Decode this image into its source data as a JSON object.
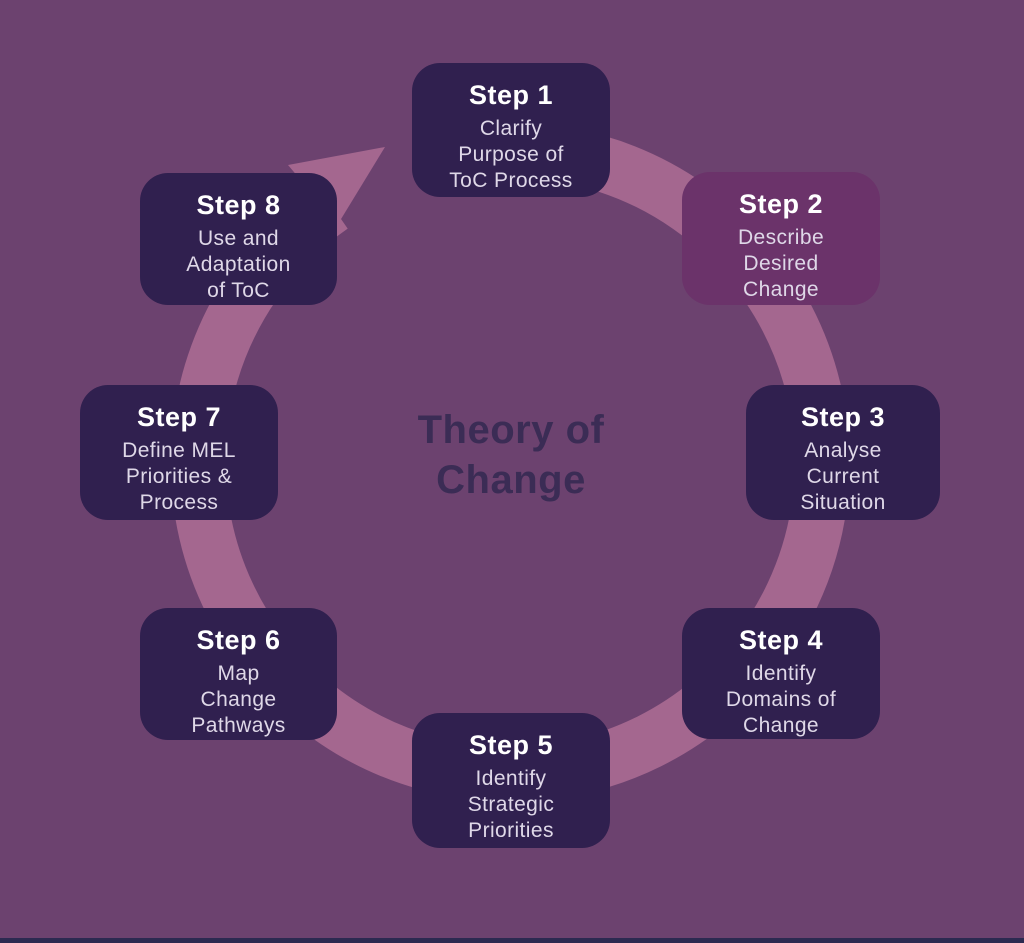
{
  "title": {
    "line1": "Theory of",
    "line2": "Change"
  },
  "steps": [
    {
      "label": "Step 1",
      "body": "Clarify\nPurpose of\nToC Process",
      "accent": false
    },
    {
      "label": "Step 2",
      "body": "Describe\nDesired\nChange",
      "accent": true
    },
    {
      "label": "Step 3",
      "body": "Analyse\nCurrent\nSituation",
      "accent": false
    },
    {
      "label": "Step 4",
      "body": "Identify\nDomains of\nChange",
      "accent": false
    },
    {
      "label": "Step 5",
      "body": "Identify\nStrategic\nPriorities",
      "accent": false
    },
    {
      "label": "Step 6",
      "body": "Map\nChange\nPathways",
      "accent": false
    },
    {
      "label": "Step 7",
      "body": "Define MEL\nPriorities &\nProcess",
      "accent": false
    },
    {
      "label": "Step 8",
      "body": "Use and\nAdaptation\nof ToC",
      "accent": false
    }
  ],
  "colors": {
    "background": "#6C426F",
    "card": "#30204F",
    "card_accent": "#6B336A",
    "ring": "#A4678F",
    "title_text": "#3B2C55",
    "card_heading_text": "#FFFFFF",
    "card_body_text": "#DFD8E8",
    "bottom_bar": "#2C2A51"
  }
}
